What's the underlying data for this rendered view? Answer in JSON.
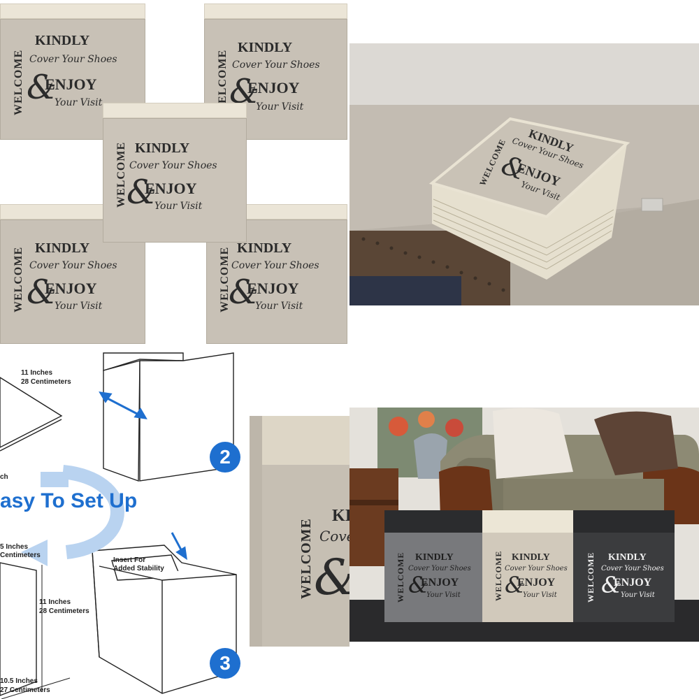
{
  "bin_text": {
    "welcome": "WELCOME",
    "kindly": "KINDLY",
    "cover": "Cover Your Shoes",
    "amp": "&",
    "enjoy": "ENJOY",
    "visit": "Your Visit"
  },
  "setup": {
    "title": "asy To Set Up",
    "dim_top_1": "11 Inches",
    "dim_top_2": "28 Centimeters",
    "dim_left_tail": "ch",
    "dim_mid_1": "5 Inches",
    "dim_mid_2": "Centimeters",
    "dim_height_1": "11 Inches",
    "dim_height_2": "28 Centimeters",
    "dim_bottom_1": "10.5 Inches",
    "dim_bottom_2": "27 Centimeters",
    "insert_1": "Insert For",
    "insert_2": "Added Stability",
    "step_2": "2",
    "step_3": "3"
  },
  "colors": {
    "fabric": "#c9c2b8",
    "fabric_rim": "#e8e2d4",
    "accent_blue": "#1e6fcf",
    "wall": "#e9e7e3",
    "bench": "#b9b2a8",
    "gray_bin": "#7b7d80",
    "black_bin": "#3a3b3d"
  }
}
